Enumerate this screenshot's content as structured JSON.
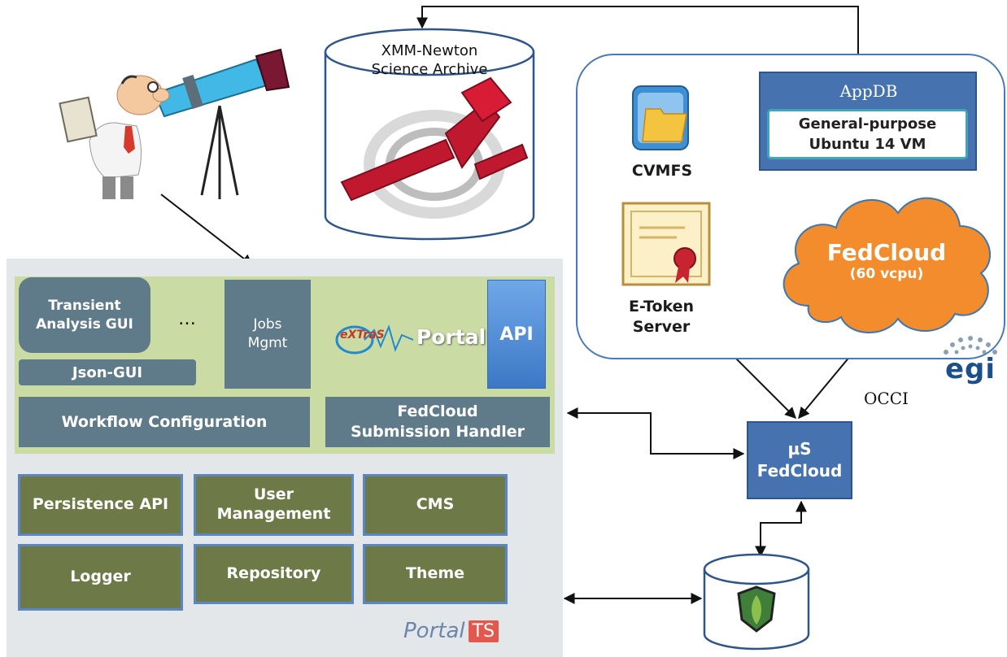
{
  "archive": {
    "title_line1": "XMM-Newton",
    "title_line2": "Science Archive"
  },
  "egi": {
    "appdb_title": "AppDB",
    "vm_line1": "General-purpose",
    "vm_line2": "Ubuntu 14 VM",
    "cvmfs_label": "CVMFS",
    "etoken_line1": "E-Token",
    "etoken_line2": "Server",
    "fedcloud_title": "FedCloud",
    "fedcloud_sub": "(60 vcpu)",
    "logo_text": "egi"
  },
  "occi_label": "OCCI",
  "mus": {
    "line1": "µS",
    "line2": "FedCloud"
  },
  "portal": {
    "transient_line1": "Transient",
    "transient_line2": "Analysis GUI",
    "ellipsis": "…",
    "jobs_line1": "Jobs",
    "jobs_line2": "Mgmt",
    "json_gui": "Json-GUI",
    "extras_logo": "eXTraS",
    "portal_word": "Portal",
    "api": "API",
    "workflow": "Workflow Configuration",
    "submission_line1": "FedCloud",
    "submission_line2": "Submission Handler",
    "modules": {
      "persistence": "Persistence API",
      "user_mgmt_line1": "User",
      "user_mgmt_line2": "Management",
      "cms": "CMS",
      "logger": "Logger",
      "repository": "Repository",
      "theme": "Theme"
    },
    "brand_portal": "Portal",
    "brand_ts": "TS"
  },
  "colors": {
    "slate": "#5f7b8a",
    "olive": "#6d7a47",
    "blue": "#4673b0",
    "green_area": "#cbdba4",
    "cloud": "#f28c2c"
  }
}
